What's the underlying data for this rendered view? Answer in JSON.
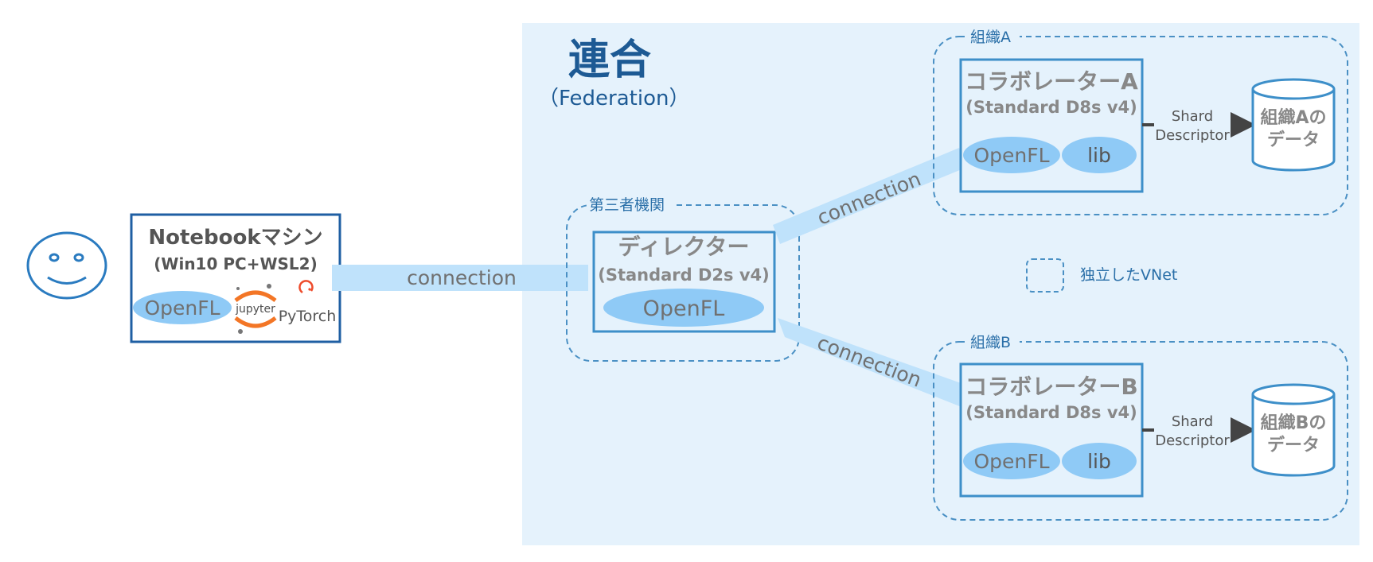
{
  "federation": {
    "title": "連合",
    "subtitle": "（Federation）"
  },
  "notebook": {
    "title": "Notebookマシン",
    "subtitle": "(Win10 PC+WSL2)",
    "openfl": "OpenFL",
    "jupyter": "jupyter",
    "pytorch": "PyTorch"
  },
  "third_party": {
    "label": "第三者機関",
    "director_title": "ディレクター",
    "director_subtitle": "(Standard D2s v4)",
    "openfl": "OpenFL"
  },
  "org_a": {
    "label": "組織A",
    "collaborator_title": "コラボレーターA",
    "collaborator_subtitle": "(Standard D8s v4)",
    "openfl": "OpenFL",
    "lib": "lib",
    "shard_line1": "Shard",
    "shard_line2": "Descriptor",
    "data_line1": "組織Aの",
    "data_line2": "データ"
  },
  "org_b": {
    "label": "組織B",
    "collaborator_title": "コラボレーターB",
    "collaborator_subtitle": "(Standard D8s v4)",
    "openfl": "OpenFL",
    "lib": "lib",
    "shard_line1": "Shard",
    "shard_line2": "Descriptor",
    "data_line1": "組織Bの",
    "data_line2": "データ"
  },
  "legend": {
    "vnet": "独立したVNet"
  },
  "connections": {
    "notebook_director": "connection",
    "director_org_a": "connection",
    "director_org_b": "connection"
  },
  "colors": {
    "federation_bg": "#e5f2fc",
    "box_border": "#3d8fc9",
    "dashed_border": "#4a90c4",
    "ellipse_fill": "#8fcaf6",
    "connection_fill": "#bfe2fb",
    "title_text": "#1d5a94",
    "gray_text": "#888888",
    "dark_text": "#555555",
    "jupyter_orange": "#f37626",
    "pytorch_red": "#ee4c2c"
  }
}
